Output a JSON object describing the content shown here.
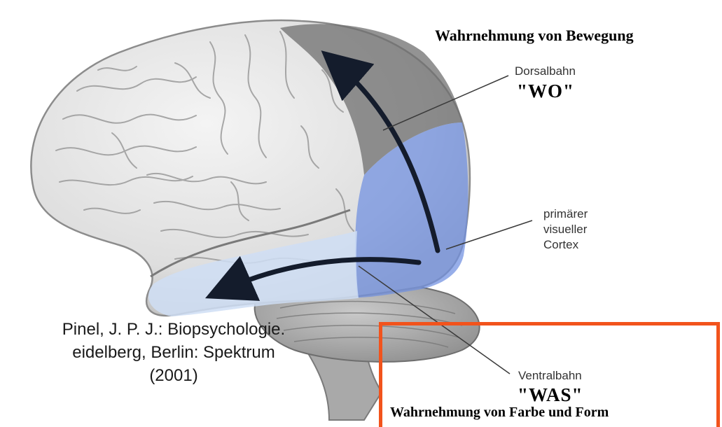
{
  "labels": {
    "motion_title": "Wahrnehmung von Bewegung",
    "dorsal_name": "Dorsalbahn",
    "dorsal_question": "\"WO\"",
    "v1_line1": "primärer",
    "v1_line2": "visueller",
    "v1_line3": "Cortex",
    "ventral_name": "Ventralbahn",
    "ventral_question": "\"WAS\"",
    "color_form_title": "Wahrnehmung von Farbe und Form"
  },
  "citation": {
    "line1": "Pinel, J. P. J.: Biopsychologie.",
    "line2": "eidelberg, Berlin: Spektrum",
    "line3": "(2001)"
  },
  "colors": {
    "highlight_border": "#f2531c",
    "dorsal_region": "#7d7d7d",
    "v1_region": "#6f8fe0",
    "ventral_region": "#dbe7f7"
  }
}
